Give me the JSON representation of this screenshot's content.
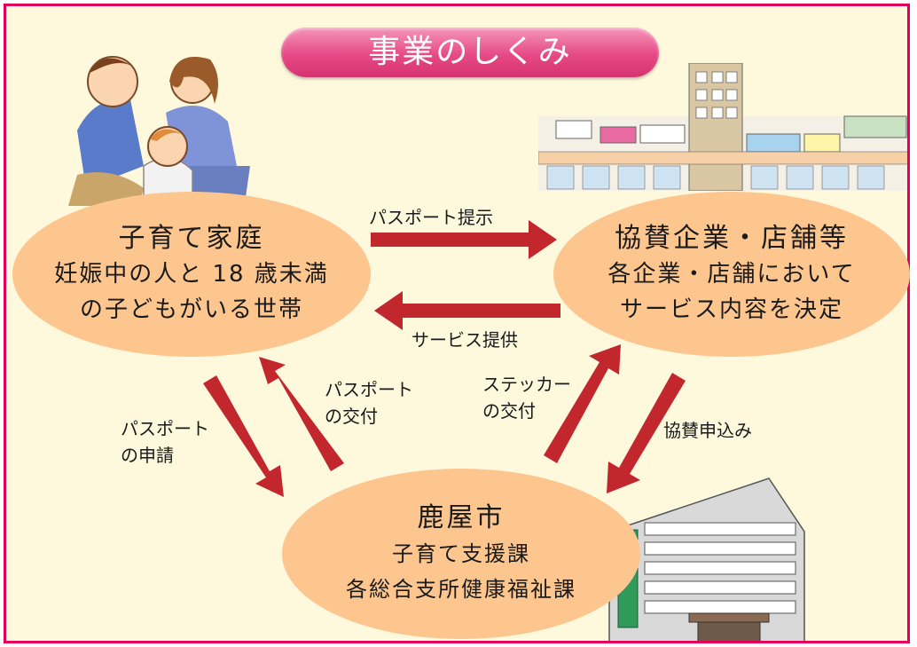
{
  "title": "事業のしくみ",
  "nodes": {
    "household": {
      "name": "子育て家庭",
      "desc_line1": "妊娠中の人と 18 歳未満",
      "desc_line2": "の子どもがいる世帯"
    },
    "sponsor": {
      "name": "協賛企業・店舗等",
      "desc_line1": "各企業・店舗において",
      "desc_line2": "サービス内容を決定"
    },
    "city": {
      "name": "鹿屋市",
      "desc_line1": "子育て支援課",
      "desc_line2": "各総合支所健康福祉課"
    }
  },
  "flows": {
    "passport_present": "パスポート提示",
    "service_provide": "サービス提供",
    "passport_apply_line1": "パスポート",
    "passport_apply_line2": "の申請",
    "passport_issue_line1": "パスポート",
    "passport_issue_line2": "の交付",
    "sticker_issue_line1": "ステッカー",
    "sticker_issue_line2": "の交付",
    "sponsor_apply": "協賛申込み"
  },
  "colors": {
    "background": "#fef8dc",
    "border": "#e2005b",
    "title_pill": "#e64a86",
    "node_fill": "#fdc68f",
    "arrow": "#c1272d"
  }
}
